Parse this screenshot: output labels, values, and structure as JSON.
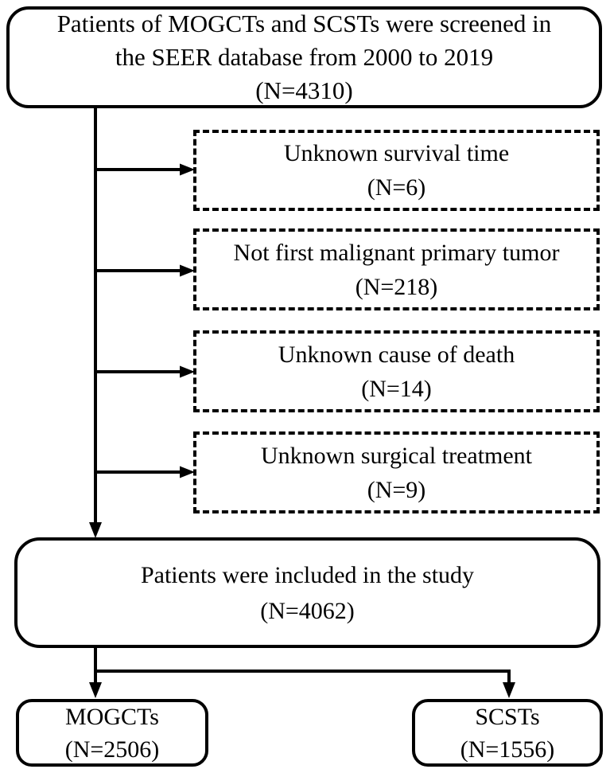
{
  "figure": {
    "colors": {
      "line": "#000000",
      "background": "#ffffff",
      "text": "#000000"
    },
    "top_box": {
      "lines": [
        "Patients of MOGCTs and SCSTs were screened in",
        "the SEER database from 2000 to 2019",
        "(N=4310)"
      ]
    },
    "exclusion_boxes": [
      {
        "label": "Unknown survival time",
        "n": "(N=6)"
      },
      {
        "label": "Not first malignant primary tumor",
        "n": "(N=218)"
      },
      {
        "label": "Unknown cause of death",
        "n": "(N=14)"
      },
      {
        "label": "Unknown surgical treatment",
        "n": "(N=9)"
      }
    ],
    "included_box": {
      "lines": [
        "Patients were included in the study",
        "(N=4062)"
      ]
    },
    "branch_boxes": [
      {
        "label": "MOGCTs",
        "n": "(N=2506)"
      },
      {
        "label": "SCSTs",
        "n": "(N=1556)"
      }
    ]
  }
}
